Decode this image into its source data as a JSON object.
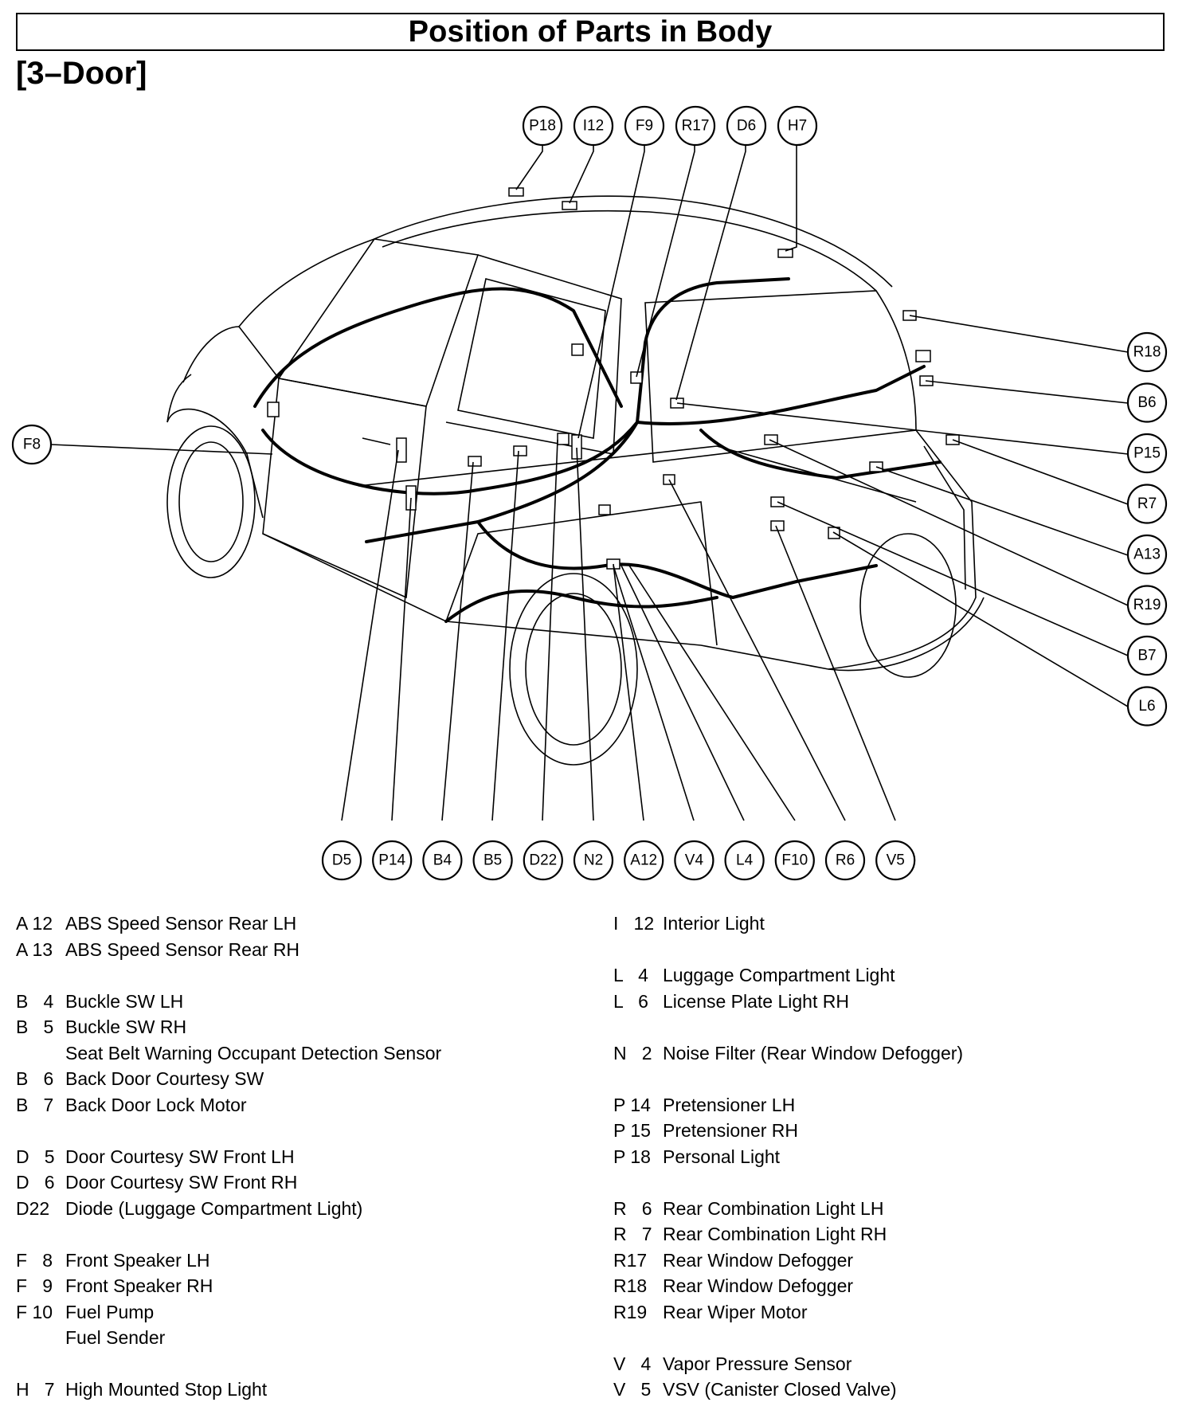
{
  "header": {
    "title": "Position of Parts in Body",
    "subtitle": "[3–Door]"
  },
  "callouts": {
    "top": [
      "P18",
      "I12",
      "F9",
      "R17",
      "D6",
      "H7"
    ],
    "left": [
      "F8"
    ],
    "right": [
      "R18",
      "B6",
      "P15",
      "R7",
      "A13",
      "R19",
      "B7",
      "L6"
    ],
    "bottom": [
      "D5",
      "P14",
      "B4",
      "B5",
      "D22",
      "N2",
      "A12",
      "V4",
      "L4",
      "F10",
      "R6",
      "V5"
    ]
  },
  "legend": {
    "left": [
      {
        "code": "A 12",
        "desc": "ABS Speed Sensor Rear LH"
      },
      {
        "code": "A 13",
        "desc": "ABS Speed Sensor Rear RH"
      },
      {
        "code": "",
        "desc": ""
      },
      {
        "code": "B   4",
        "desc": "Buckle SW LH"
      },
      {
        "code": "B   5",
        "desc": "Buckle SW RH"
      },
      {
        "code": "",
        "desc": "Seat Belt Warning Occupant Detection Sensor"
      },
      {
        "code": "B   6",
        "desc": "Back Door Courtesy SW"
      },
      {
        "code": "B   7",
        "desc": "Back Door Lock Motor"
      },
      {
        "code": "",
        "desc": ""
      },
      {
        "code": "D   5",
        "desc": "Door Courtesy SW Front LH"
      },
      {
        "code": "D   6",
        "desc": "Door Courtesy SW Front RH"
      },
      {
        "code": "D22",
        "desc": "Diode (Luggage Compartment Light)"
      },
      {
        "code": "",
        "desc": ""
      },
      {
        "code": "F   8",
        "desc": "Front Speaker LH"
      },
      {
        "code": "F   9",
        "desc": "Front Speaker RH"
      },
      {
        "code": "F 10",
        "desc": "Fuel Pump"
      },
      {
        "code": "",
        "desc": "Fuel Sender"
      },
      {
        "code": "",
        "desc": ""
      },
      {
        "code": "H   7",
        "desc": "High Mounted Stop Light"
      }
    ],
    "right": [
      {
        "code": "I   12",
        "desc": "Interior Light"
      },
      {
        "code": "",
        "desc": ""
      },
      {
        "code": "L   4",
        "desc": "Luggage Compartment Light"
      },
      {
        "code": "L   6",
        "desc": "License Plate Light RH"
      },
      {
        "code": "",
        "desc": ""
      },
      {
        "code": "N   2",
        "desc": "Noise Filter (Rear Window Defogger)"
      },
      {
        "code": "",
        "desc": ""
      },
      {
        "code": "P 14",
        "desc": "Pretensioner LH"
      },
      {
        "code": "P 15",
        "desc": "Pretensioner RH"
      },
      {
        "code": "P 18",
        "desc": "Personal Light"
      },
      {
        "code": "",
        "desc": ""
      },
      {
        "code": "R   6",
        "desc": "Rear Combination Light LH"
      },
      {
        "code": "R   7",
        "desc": "Rear Combination Light RH"
      },
      {
        "code": "R17",
        "desc": "Rear Window Defogger"
      },
      {
        "code": "R18",
        "desc": "Rear Window Defogger"
      },
      {
        "code": "R19",
        "desc": "Rear Wiper Motor"
      },
      {
        "code": "",
        "desc": ""
      },
      {
        "code": "V   4",
        "desc": "Vapor Pressure Sensor"
      },
      {
        "code": "V   5",
        "desc": "VSV (Canister Closed Valve)"
      }
    ]
  }
}
